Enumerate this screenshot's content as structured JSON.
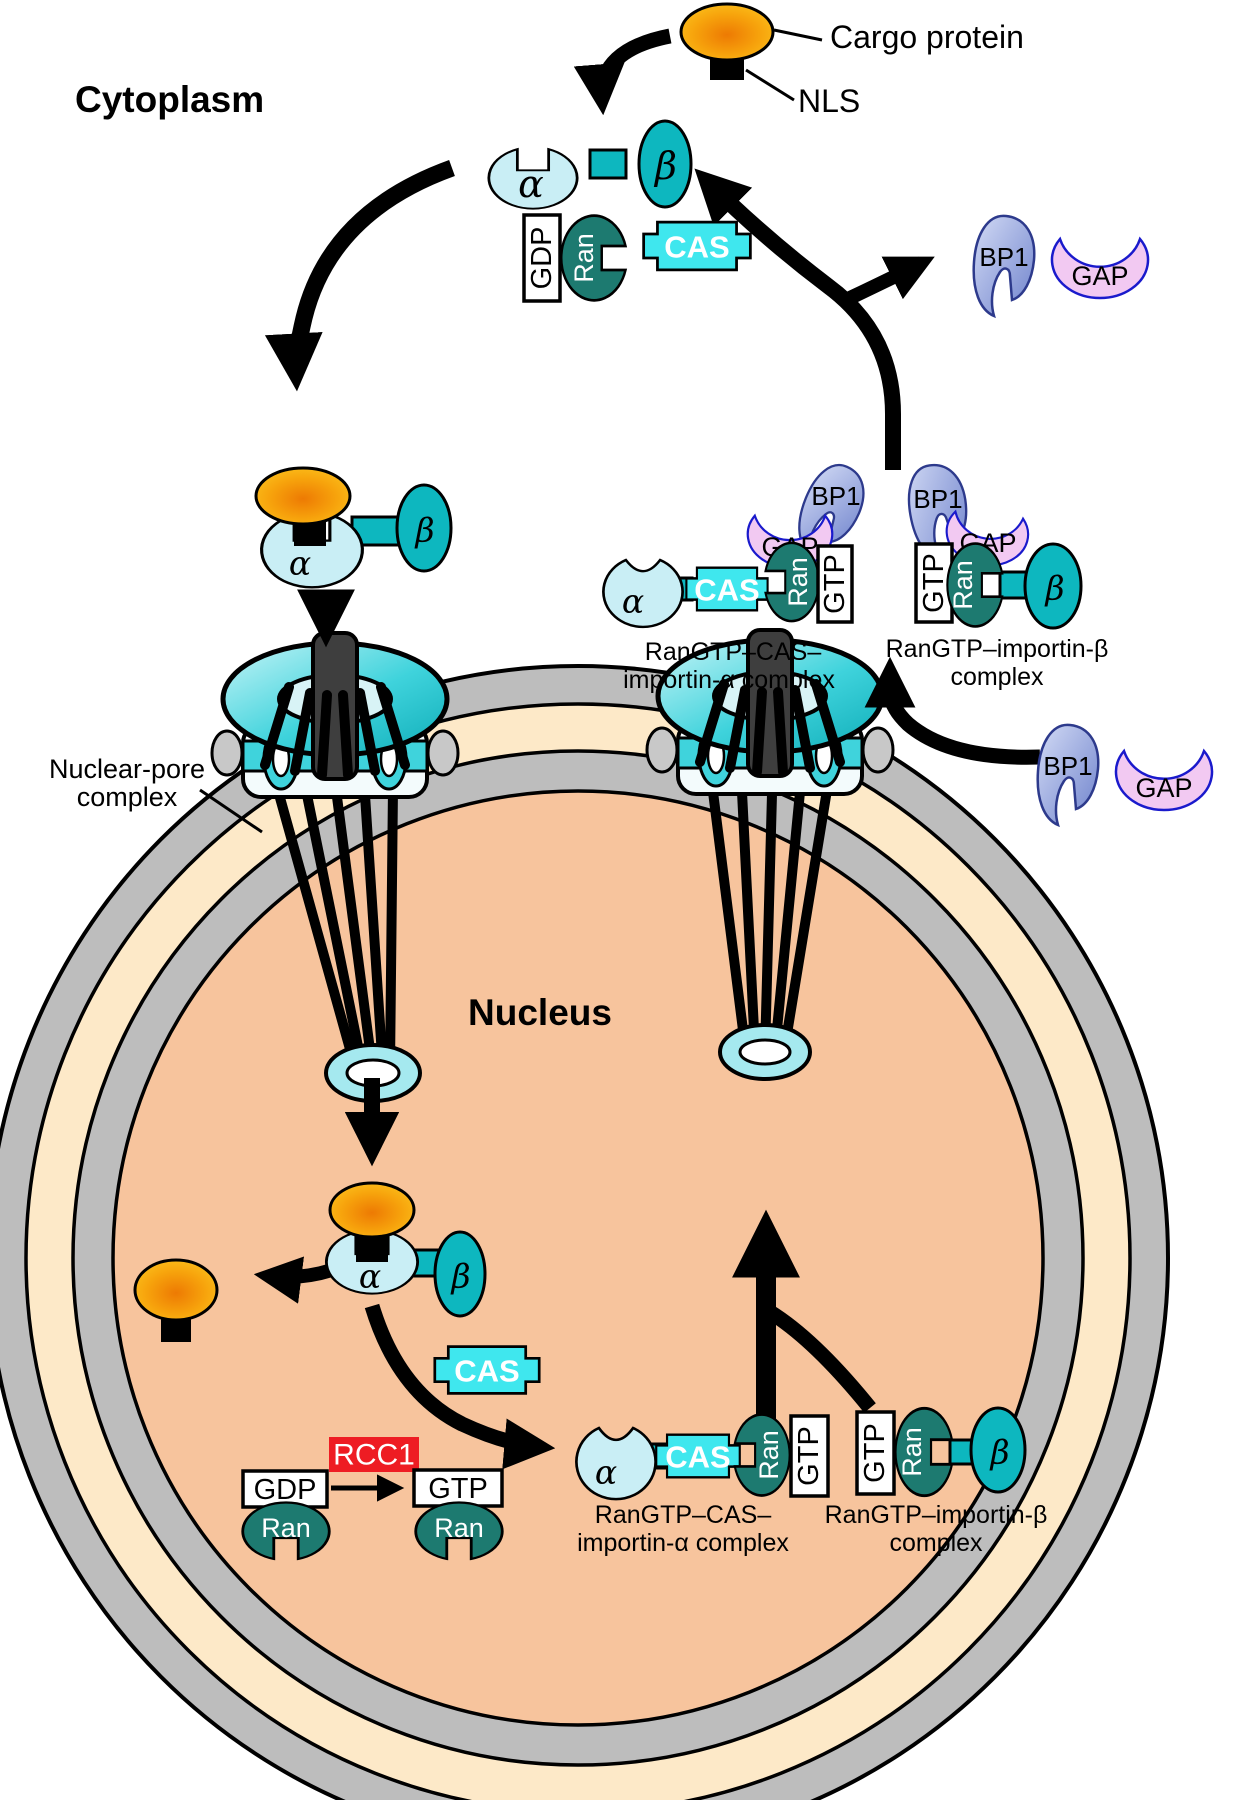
{
  "labels": {
    "cytoplasm": "Cytoplasm",
    "nucleus": "Nucleus",
    "cargo_protein": "Cargo protein",
    "nls": "NLS",
    "nuclear_pore_1": "Nuclear-pore",
    "nuclear_pore_2": "complex",
    "ran_cas_complex_1": "RanGTP–CAS–",
    "ran_cas_complex_2": "importin-α complex",
    "ran_beta_complex_1": "RanGTP–importin-β",
    "ran_beta_complex_2": "complex"
  },
  "molecules": {
    "alpha": "α",
    "beta": "β",
    "ran": "Ran",
    "cas": "CAS",
    "gdp": "GDP",
    "gtp": "GTP",
    "bp1": "BP1",
    "gap": "GAP",
    "rcc1": "RCC1"
  },
  "colors": {
    "importin_alpha": "#c9eef5",
    "importin_beta": "#0db7bf",
    "ran": "#1d7a70",
    "cas": "#3fe7ee",
    "cargo_orange": "#f29500",
    "bp1_blue": "#7b8ed2",
    "gap_pink": "#f2c9f2",
    "rcc1_red": "#ee1c23",
    "nucleus_fill": "#f7c49d",
    "envelope_gray": "#bdbdbd",
    "envelope_cream": "#fde9c8",
    "pore_teal": "#12b2bc"
  }
}
